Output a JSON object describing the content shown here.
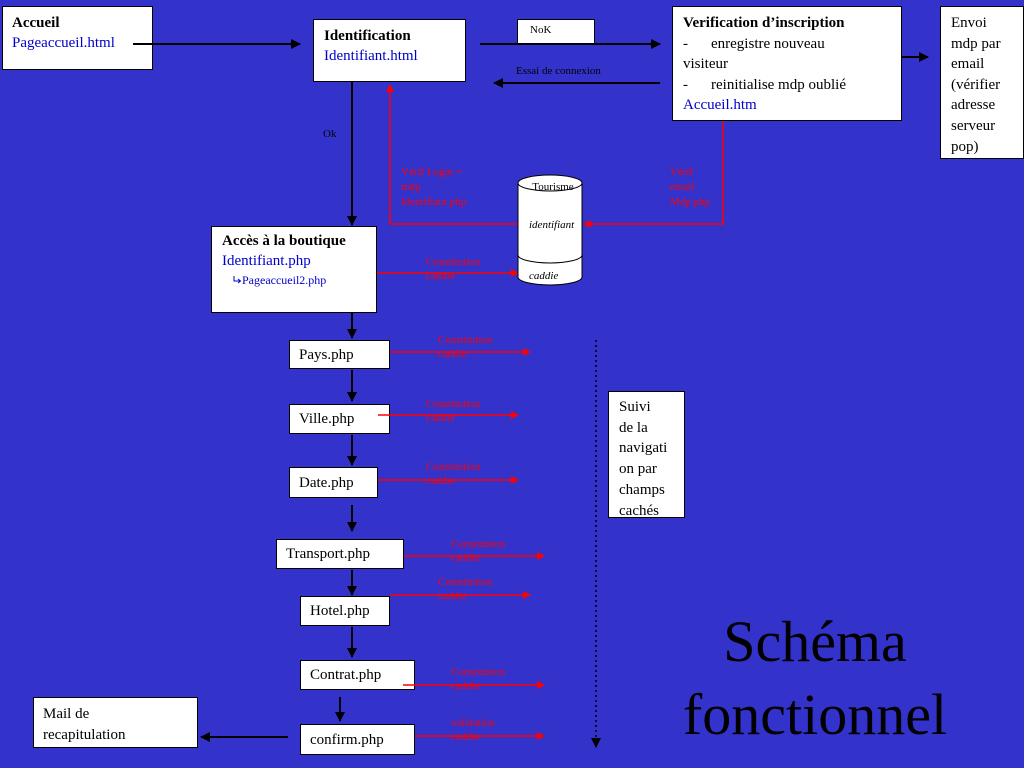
{
  "colors": {
    "background": "#3333cc",
    "link": "#0000cc",
    "annotation": "#ff0000",
    "box": "#ffffff"
  },
  "slide": {
    "title": [
      "Schéma",
      "fonctionnel"
    ]
  },
  "accueil": {
    "title": "Accueil",
    "file": "Pageaccueil.html"
  },
  "identification": {
    "title": "Identification",
    "file": "Identifiant.html",
    "ok_label": "Ok"
  },
  "nok_box": {
    "label": "NoK"
  },
  "essai_label": "Essai de connexion",
  "verification": {
    "title": "Verification d’inscription",
    "items": [
      {
        "dash": "-",
        "text": "enregistre nouveau",
        "cont": "visiteur"
      },
      {
        "dash": "-",
        "text": "reinitialise mdp oublié"
      }
    ],
    "file": "Accueil.htm"
  },
  "envoi": {
    "lines": [
      "Envoi",
      "mdp par",
      "email",
      "(vérifier",
      "adresse",
      "serveur",
      "pop)"
    ]
  },
  "verif_login": {
    "lines": [
      "Vérif Login +",
      "mdp",
      "Identifiant.php"
    ]
  },
  "verif_email": {
    "lines": [
      "Vérif",
      "email",
      "Mdp.php"
    ]
  },
  "database": {
    "name": "Tourisme",
    "tables": [
      "identifiant",
      "caddie"
    ]
  },
  "boutique": {
    "title": "Accès à la boutique",
    "file": "Identifiant.php",
    "sub_file": "Pageaccueil2.php",
    "sub_icon": "subpage-arrow-icon",
    "caddie_label": [
      "Constitution",
      "caddie"
    ]
  },
  "pages": [
    {
      "name": "Pays.php",
      "label": [
        "Constitution",
        "caddie"
      ]
    },
    {
      "name": "Ville.php",
      "label": [
        "Constitution",
        "caddie"
      ]
    },
    {
      "name": "Date.php",
      "label": [
        "Constitution",
        "caddie"
      ]
    },
    {
      "name": "Transport.php",
      "label": [
        "Constitution",
        "caddie"
      ]
    },
    {
      "name": "Hotel.php",
      "label": [
        "Constitution",
        "caddie"
      ]
    },
    {
      "name": "Contrat.php",
      "label": [
        "Constitution",
        "caddie"
      ]
    },
    {
      "name": "confirm.php",
      "label": [
        "validation",
        "caddie"
      ]
    }
  ],
  "mail": {
    "lines": [
      "Mail de",
      "recapitulation"
    ]
  },
  "suivi": {
    "lines": [
      "Suivi",
      "de la",
      "navigati",
      "on par",
      "champs",
      "cachés"
    ]
  }
}
